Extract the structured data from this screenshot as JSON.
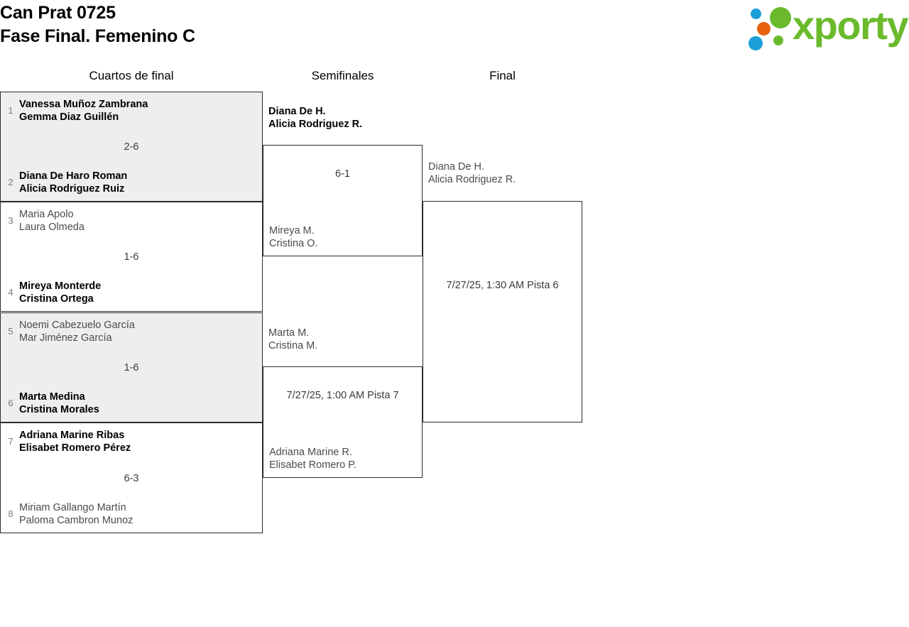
{
  "header": {
    "title_line1": "Can Prat 0725",
    "title_line2": "Fase Final. Femenino C",
    "logo_word": "xporty"
  },
  "rounds": [
    {
      "label": "Cuartos de final"
    },
    {
      "label": "Semifinales"
    },
    {
      "label": "Final"
    }
  ],
  "bracket": {
    "quarterfinals": [
      {
        "shaded": true,
        "top": {
          "seed": "1",
          "player1": "Vanessa Muñoz Zambrana",
          "player2": "Gemma Diaz Guillén",
          "winner": false
        },
        "bottom": {
          "seed": "2",
          "player1": "Diana De Haro Roman",
          "player2": "Alicia Rodriguez Ruiz",
          "winner": true
        },
        "info": "2-6"
      },
      {
        "shaded": false,
        "top": {
          "seed": "3",
          "player1": "Maria Apolo",
          "player2": "Laura Olmeda",
          "winner": false
        },
        "bottom": {
          "seed": "4",
          "player1": "Mireya Monterde",
          "player2": "Cristina Ortega",
          "winner": true
        },
        "info": "1-6"
      },
      {
        "shaded": true,
        "top": {
          "seed": "5",
          "player1": "Noemi Cabezuelo García",
          "player2": "Mar Jiménez García",
          "winner": false
        },
        "bottom": {
          "seed": "6",
          "player1": "Marta Medina",
          "player2": "Cristina Morales",
          "winner": true
        },
        "info": "1-6"
      },
      {
        "shaded": false,
        "top": {
          "seed": "7",
          "player1": "Adriana Marine Ribas",
          "player2": "Elisabet Romero Pérez",
          "winner": true
        },
        "bottom": {
          "seed": "8",
          "player1": "Miriam Gallango Martín",
          "player2": "Paloma Cambron Munoz",
          "winner": false
        },
        "info": "6-3"
      }
    ],
    "semifinals": [
      {
        "top": {
          "player1": "Diana De H.",
          "player2": "Alicia Rodriguez R.",
          "winner": true
        },
        "bottom": {
          "player1": "Mireya M.",
          "player2": "Cristina O.",
          "winner": false
        },
        "info": "6-1"
      },
      {
        "top": {
          "player1": "Marta M.",
          "player2": "Cristina M.",
          "winner": false
        },
        "bottom": {
          "player1": "Adriana Marine R.",
          "player2": "Elisabet Romero P.",
          "winner": false
        },
        "info": "7/27/25, 1:00 AM Pista 7"
      }
    ],
    "final": [
      {
        "top": {
          "player1": "Diana De H.",
          "player2": "Alicia Rodriguez R.",
          "winner": false
        },
        "bottom": {
          "player1": "",
          "player2": "",
          "winner": false
        },
        "info": "7/27/25, 1:30 AM Pista 6"
      }
    ]
  },
  "colors": {
    "shaded_row": "#eeeeee",
    "border": "#2b2b2b",
    "loser_text": "#4b4b4b",
    "winner_text": "#000000",
    "seed_text": "#7a7a7a",
    "logo_green": "#6aba2c",
    "logo_blue": "#1a9fd8",
    "logo_orange": "#e8610f"
  }
}
